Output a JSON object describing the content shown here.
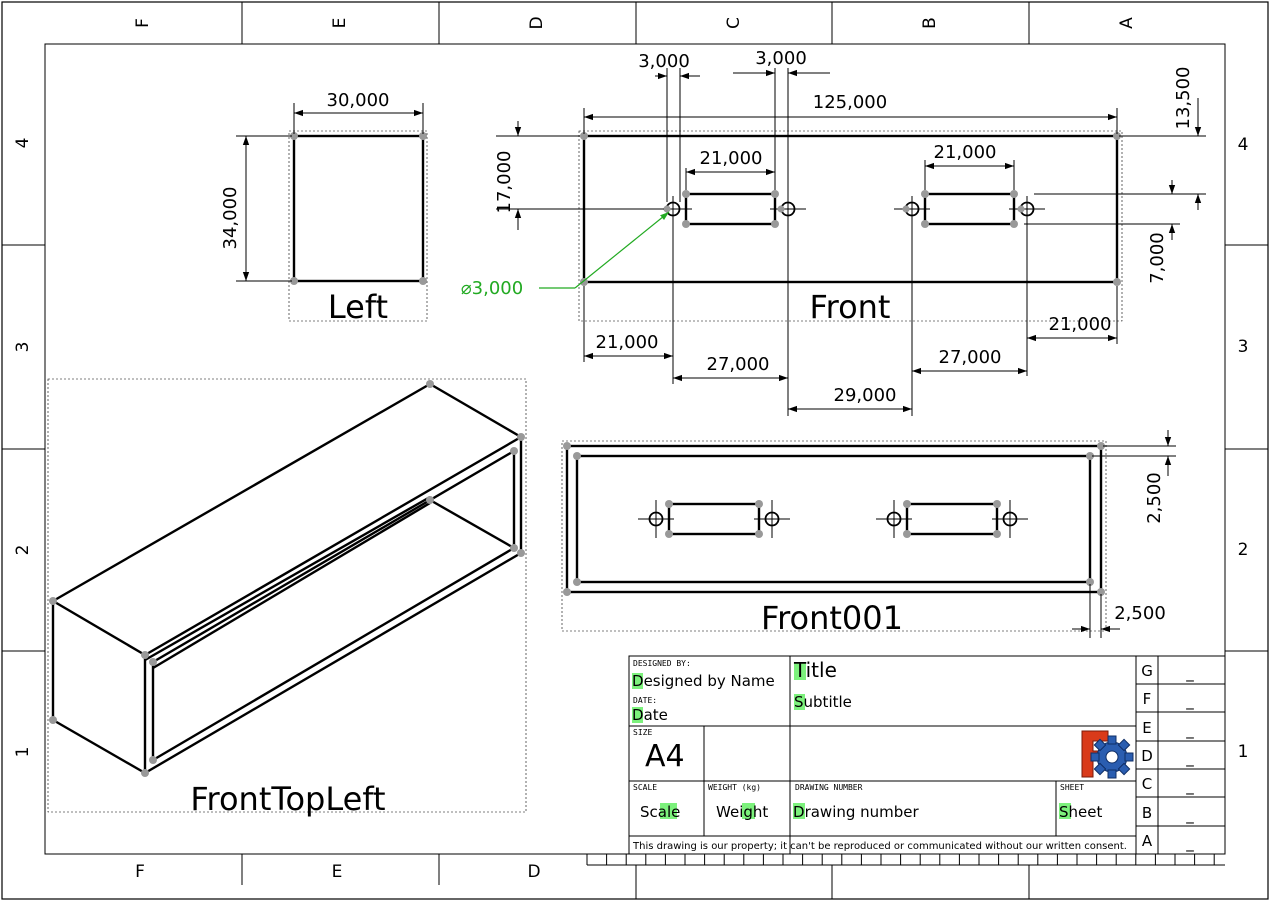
{
  "border": {
    "columns_top": [
      "F",
      "E",
      "D",
      "C",
      "B",
      "A"
    ],
    "columns_bottom": [
      "F",
      "E",
      "D"
    ],
    "rows_left": [
      "4",
      "3",
      "2",
      "1"
    ],
    "rows_right": [
      "4",
      "3",
      "2",
      "1"
    ]
  },
  "views": {
    "left": {
      "label": "Left",
      "dims": {
        "width": "30,000",
        "height": "34,000"
      }
    },
    "front": {
      "label": "Front",
      "dims": {
        "d3000a": "3,000",
        "d3000b": "3,000",
        "d125000": "125,000",
        "d13500": "13,500",
        "d17000": "17,000",
        "d21000_top_left": "21,000",
        "d21000_top_right": "21,000",
        "d7000": "7,000",
        "hole_dia": "⌀3,000",
        "d21000_bot_left": "21,000",
        "d27000_left": "27,000",
        "d29000": "29,000",
        "d27000_right": "27,000",
        "d21000_bot_right": "21,000"
      }
    },
    "front001": {
      "label": "Front001",
      "dims": {
        "d2500_v": "2,500",
        "d2500_h": "2,500"
      }
    },
    "iso": {
      "label": "FrontTopLeft"
    }
  },
  "title_block": {
    "designed_by_label": "DESIGNED BY:",
    "designed_by_hl": "D",
    "designed_by_rest": "esigned by Name",
    "date_label": "DATE:",
    "date_hl": "D",
    "date_rest": "ate",
    "size_label": "SIZE",
    "size_value": "A4",
    "title_hl": "T",
    "title_rest": "itle",
    "subtitle_hl": "S",
    "subtitle_rest": "ubtitle",
    "scale_label": "SCALE",
    "scale_pre": "Sc",
    "scale_hl": "al",
    "scale_post": "e",
    "weight_label": "WEIGHT (kg)",
    "weight_pre": "We",
    "weight_hl": "ig",
    "weight_post": "ht",
    "drawing_number_label": "DRAWING NUMBER",
    "drawing_number_hl": "D",
    "drawing_number_rest": "rawing number",
    "sheet_label": "SHEET",
    "sheet_hl": "S",
    "sheet_rest": "heet",
    "footer": "This drawing is our property; it can't be reproduced or communicated without our written consent.",
    "revision_letters": [
      "G",
      "F",
      "E",
      "D",
      "C",
      "B",
      "A"
    ],
    "revision_values": [
      "_",
      "_",
      "_",
      "_",
      "_",
      "_",
      "_"
    ]
  },
  "colors": {
    "annotation_green": "#22aa22",
    "highlight": "#7cf17c",
    "logo_red": "#d93a1a",
    "logo_blue": "#2a5db0"
  },
  "icons": {
    "logo": "freecad-logo-icon"
  }
}
